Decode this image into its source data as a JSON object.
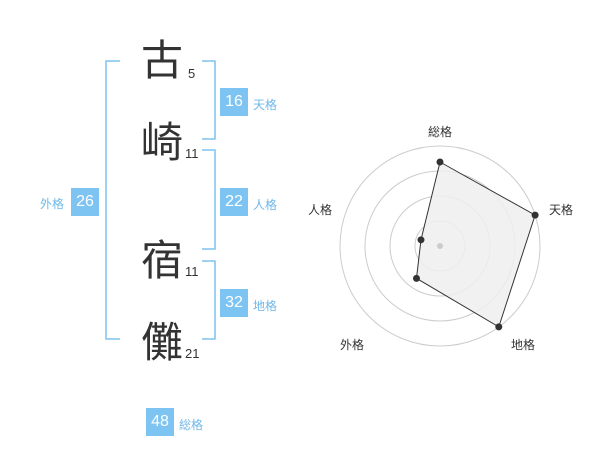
{
  "name_chars": [
    {
      "char": "古",
      "strokes": "5"
    },
    {
      "char": "崎",
      "strokes": "11"
    },
    {
      "char": "宿",
      "strokes": "11"
    },
    {
      "char": "儺",
      "strokes": "21"
    }
  ],
  "scores": {
    "gaikaku": {
      "value": "26",
      "label": "外格"
    },
    "tenkaku": {
      "value": "16",
      "label": "天格"
    },
    "jinkaku": {
      "value": "22",
      "label": "人格"
    },
    "chikaku": {
      "value": "32",
      "label": "地格"
    },
    "soukaku": {
      "value": "48",
      "label": "総格"
    }
  },
  "colors": {
    "accent": "#7ec4f2",
    "accent_text": "#6fb8e8",
    "text": "#333333",
    "grid": "#cccccc",
    "polygon_fill": "#eeeeee"
  },
  "chart_data": {
    "type": "radar",
    "axes": [
      "総格",
      "天格",
      "地格",
      "外格",
      "人格"
    ],
    "values": [
      4.2,
      5.0,
      5.0,
      2.0,
      1.0
    ],
    "max": 5,
    "rings": 4
  }
}
